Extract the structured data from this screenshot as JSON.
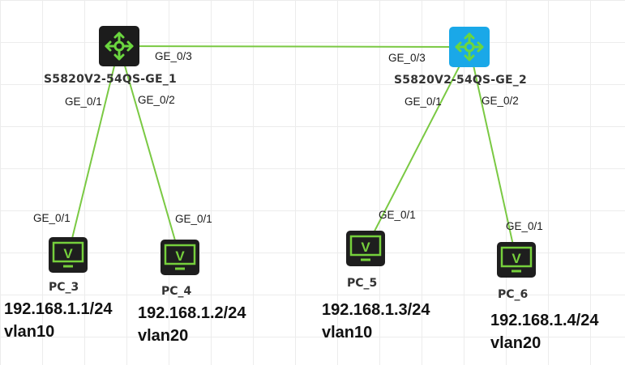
{
  "colors": {
    "link": "#7ac943",
    "switch_1_bg": "#1c1c1c",
    "switch_2_bg": "#1aa8e8",
    "switch_icon": "#6bd63f",
    "pc_body": "#1e1e1e",
    "pc_screen": "#76d03c"
  },
  "devices": {
    "sw1": {
      "name": "S5820V2-54QS-GE_1",
      "icon": "switch-icon"
    },
    "sw2": {
      "name": "S5820V2-54QS-GE_2",
      "icon": "switch-icon"
    },
    "pc3": {
      "name": "PC_3",
      "icon_letter": "V",
      "ip": "192.168.1.1/24",
      "vlan": "vlan10"
    },
    "pc4": {
      "name": "PC_4",
      "icon_letter": "V",
      "ip": "192.168.1.2/24",
      "vlan": "vlan20"
    },
    "pc5": {
      "name": "PC_5",
      "icon_letter": "V",
      "ip": "192.168.1.3/24",
      "vlan": "vlan10"
    },
    "pc6": {
      "name": "PC_6",
      "icon_letter": "V",
      "ip": "192.168.1.4/24",
      "vlan": "vlan20"
    }
  },
  "links": [
    {
      "from": "sw1",
      "to": "sw2",
      "from_port": "GE_0/3",
      "to_port": "GE_0/3"
    },
    {
      "from": "sw1",
      "to": "pc3",
      "from_port": "GE_0/1",
      "to_port": "GE_0/1"
    },
    {
      "from": "sw1",
      "to": "pc4",
      "from_port": "GE_0/2",
      "to_port": "GE_0/1"
    },
    {
      "from": "sw2",
      "to": "pc5",
      "from_port": "GE_0/1",
      "to_port": "GE_0/1"
    },
    {
      "from": "sw2",
      "to": "pc6",
      "from_port": "GE_0/2",
      "to_port": "GE_0/1"
    }
  ]
}
